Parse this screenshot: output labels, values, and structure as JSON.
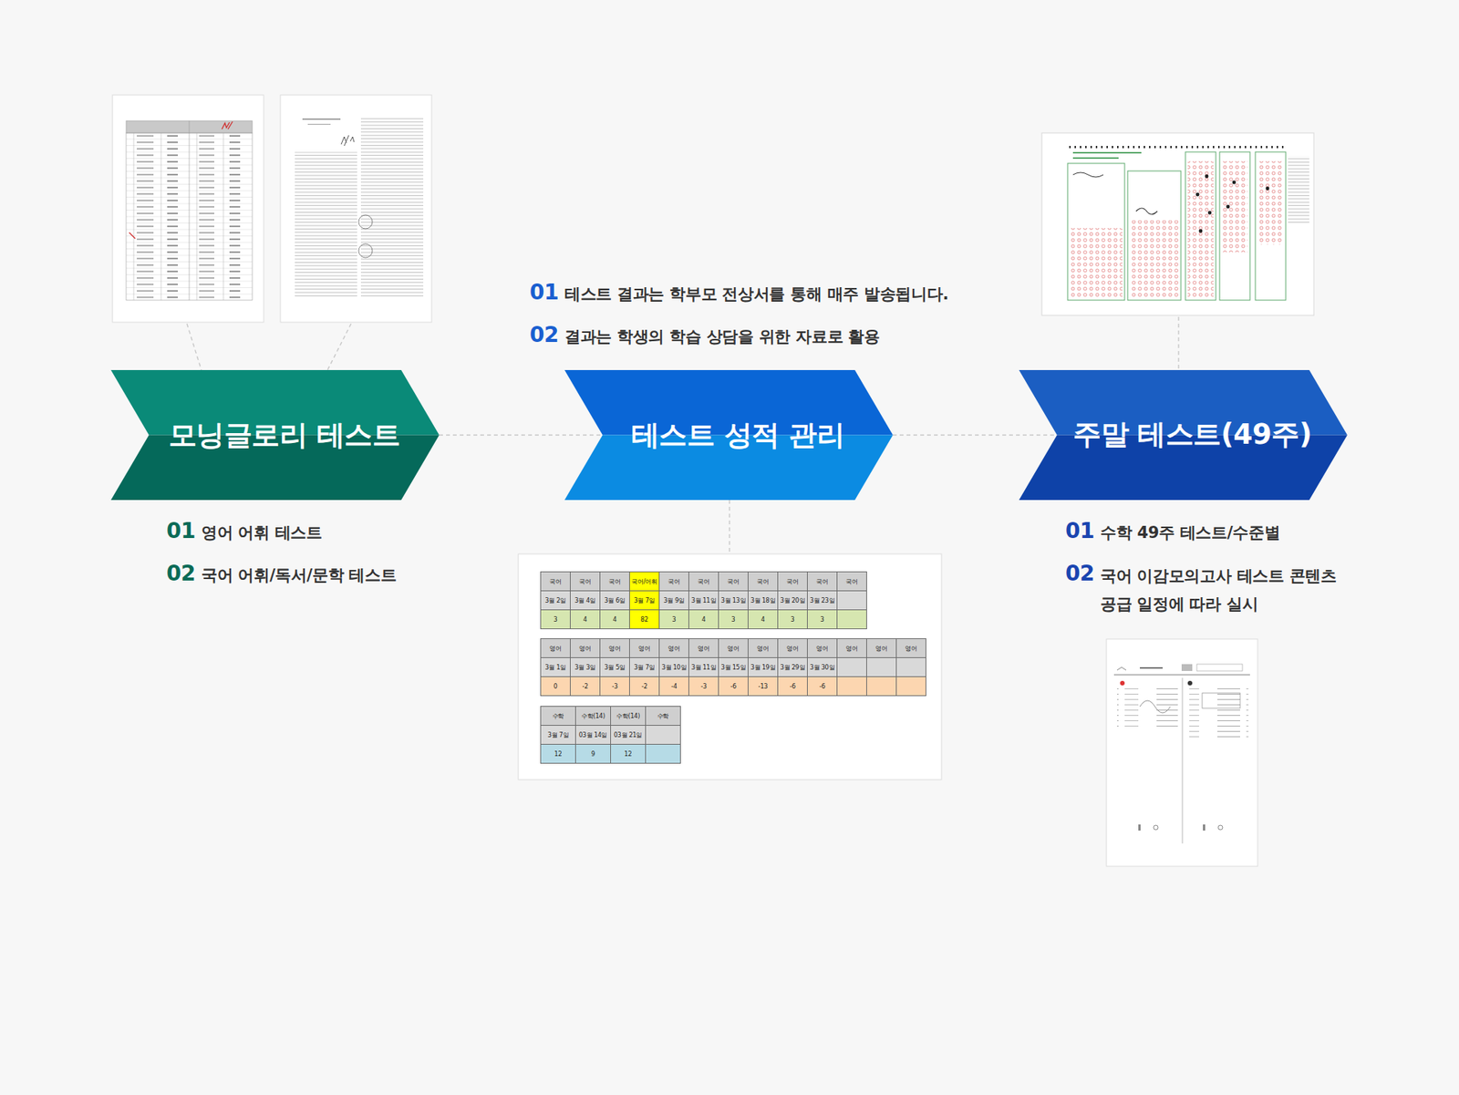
{
  "diagram": {
    "nodes": [
      {
        "text": [
          "모닝글로리 테스트"
        ]
      },
      {
        "text": [
          "테스트 성적 관리"
        ]
      },
      {
        "text": [
          "주말 테스트(49주)"
        ]
      }
    ],
    "edges": [
      {
        "from": 0,
        "to": 1,
        "arrow": "none"
      },
      {
        "from": 1,
        "to": 2,
        "arrow": "none"
      }
    ],
    "labels": [
      "01",
      "테스트 결과는 학부모 전상서를 통해 매주 발송됩니다.",
      "02",
      "결과는 학생의 학습 상담을 위한 자료로 활용",
      "01",
      "영어 어휘 테스트",
      "02",
      "국어 어휘/독서/문학 테스트",
      "01",
      "수학 49주 테스트/수준별",
      "02",
      "국어 이감모의고사 테스트 콘텐츠 공급 일정에 따라 실시",
      "국어",
      "국어",
      "국어",
      "국어/어휘",
      "국어",
      "국어",
      "국어",
      "국어",
      "국어",
      "국어",
      "국어",
      "3월 2일",
      "3월 4일",
      "3월 6일",
      "3월 7일",
      "3월 9일",
      "3월 11일",
      "3월 13일",
      "3월 18일",
      "3월 20일",
      "3월 23일",
      "3",
      "4",
      "4",
      "82",
      "3",
      "4",
      "3",
      "4",
      "3",
      "3",
      "영어",
      "영어",
      "영어",
      "영어",
      "영어",
      "영어",
      "영어",
      "영어",
      "영어",
      "영어",
      "영어",
      "영어",
      "영어",
      "3월 1일",
      "3월 3일",
      "3월 5일",
      "3월 7일",
      "3월 10일",
      "3월 11일",
      "3월 15일",
      "3월 19일",
      "3월 29일",
      "3월 30일",
      "0",
      "-2",
      "-3",
      "-2",
      "-4",
      "-3",
      "-6",
      "-13",
      "-6",
      "-6",
      "수학",
      "수학(14)",
      "수학(14)",
      "수학",
      "3월 7일",
      "03월 14일",
      "03월 21일",
      "12",
      "9",
      "12"
    ]
  }
}
